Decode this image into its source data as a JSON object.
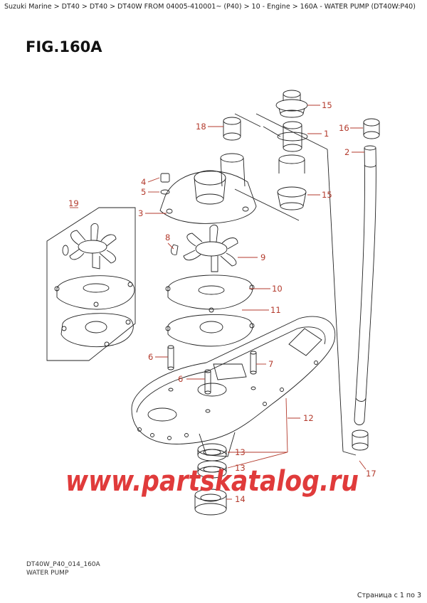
{
  "breadcrumb": "Suzuki Marine > DT40 > DT40 > DT40W FROM 04005-410001~ (P40) > 10 - Engine > 160A - WATER PUMP (DT40W:P40)",
  "figure": {
    "title": "FIG.160A",
    "code": "DT40W_P40_014_160A",
    "name": "WATER PUMP"
  },
  "callouts": {
    "c15a": "15",
    "c1": "1",
    "c18": "18",
    "c16": "16",
    "c2": "2",
    "c4": "4",
    "c5": "5",
    "c15b": "15",
    "c19": "19",
    "c3": "3",
    "c8": "8",
    "c9": "9",
    "c10": "10",
    "c11": "11",
    "c6a": "6",
    "c7": "7",
    "c6b": "6",
    "c12": "12",
    "c13a": "13",
    "c13b": "13",
    "c17": "17",
    "c14": "14"
  },
  "watermark": "www.partskatalog.ru",
  "page_info": "Страница с 1 по 3",
  "colors": {
    "callout": "#b33a2c",
    "watermark": "#e03b3b",
    "line": "#222222"
  }
}
